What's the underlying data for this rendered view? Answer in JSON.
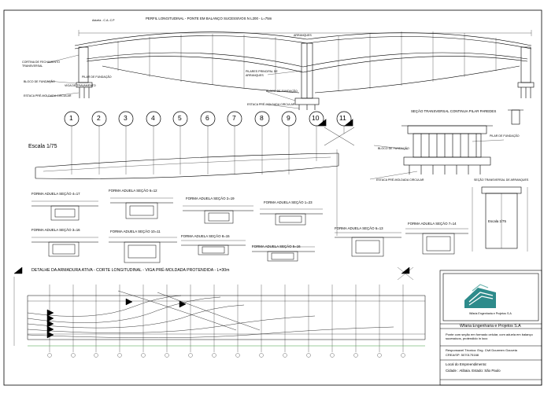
{
  "drawing": {
    "title_profile": "PERFIL LONGITUDINAL - PONTE EM BALANÇO SUCESSIVOS N L200 - L=75m",
    "label_aduela": "Aduela - C.A.-C.P",
    "label_cortina": "CORTINA DE FECHAMENTO TRANSVERSAL",
    "label_bloco_fundacao_left": "BLOCO DE FUNDAÇÃO",
    "label_viga_travamento": "VIGA DE TRAVAMENTO",
    "label_pilar_fundacao": "PILAR DE FUNDAÇÃO",
    "label_estaca_left": "ESTACA PRÉ-MOLDADA CIRCULAR",
    "label_pilares_principal": "PILARES PRINCIPAL DE ARRANQUES",
    "label_bloco_fundacao_mid": "BLOCO DE FUNDAÇÃO",
    "label_estaca_mid": "ESTACA PRÉ-MOLDADA CIRCULAR",
    "label_arranques": "ARRANQUES",
    "scale_left": "Escala 1/75",
    "section_numbers": [
      "1",
      "2",
      "3",
      "4",
      "5",
      "6",
      "7",
      "8",
      "9",
      "10",
      "11"
    ],
    "section_transversal_title": "SEÇÃO TRANSVERSAL CONTINUA PILAR PAREDES",
    "label_pilar_fundacao_right": "PILAR DE FUNDAÇÃO",
    "label_bloco_fundacao_right": "BLOCO DE FUNDAÇÃO",
    "label_estaca_right": "ESTACA PRÉ-MOLDADA CIRCULAR",
    "section_transversal_arranques": "SEÇÃO TRANSVERSAL DE ARRANQUES",
    "scale_right": "Escala 1/75",
    "forms": {
      "f1": "FORMA ADUELA SEÇÃO 4=17",
      "f2": "FORMA ADUELA SEÇÃO 6=12",
      "f3": "FORMA ADUELA SEÇÃO 2=19",
      "f4": "FORMA ADUELA SEÇÃO 1=23",
      "f5": "FORMA ADUELA SEÇÃO 3=16",
      "f6": "FORMA ADUELA SEÇÃO 10=11",
      "f7": "FORMA ADUELA SEÇÃO 8=15",
      "f8": "FORMA ADUELA SEÇÃO 5=16",
      "f9": "FORMA ADUELA SEÇÃO 6=13",
      "f10": "FORMA ADUELA SEÇÃO 7=14"
    },
    "detail_title": "DETALHE DA ARMADURA ATIVA - CORTE LONGITUDINAL - VIGA PRÉ-MOLDADA PROTENDIDA - L=30m"
  },
  "title_block": {
    "logo_caption": "Wfaria Engenharia e Projetos S.A",
    "company": "Wfaria Engenharia e Projetos S.A",
    "description": "Ponte com seção em formado celular, com aduela em balanço sucessivos, protendido in loco",
    "responsible": "Responsavel Técnico: Eng. Civil Dourmen Gouveia",
    "crea": "CREA/SP: 5070175168",
    "location_label": "Local do Empreendimento:",
    "location": "Cidade : Atibaia. Estado: São Paulo"
  },
  "colors": {
    "line": "#000000",
    "logo_teal": "#2e8b8b",
    "logo_teal_light": "#6fb5b0"
  }
}
